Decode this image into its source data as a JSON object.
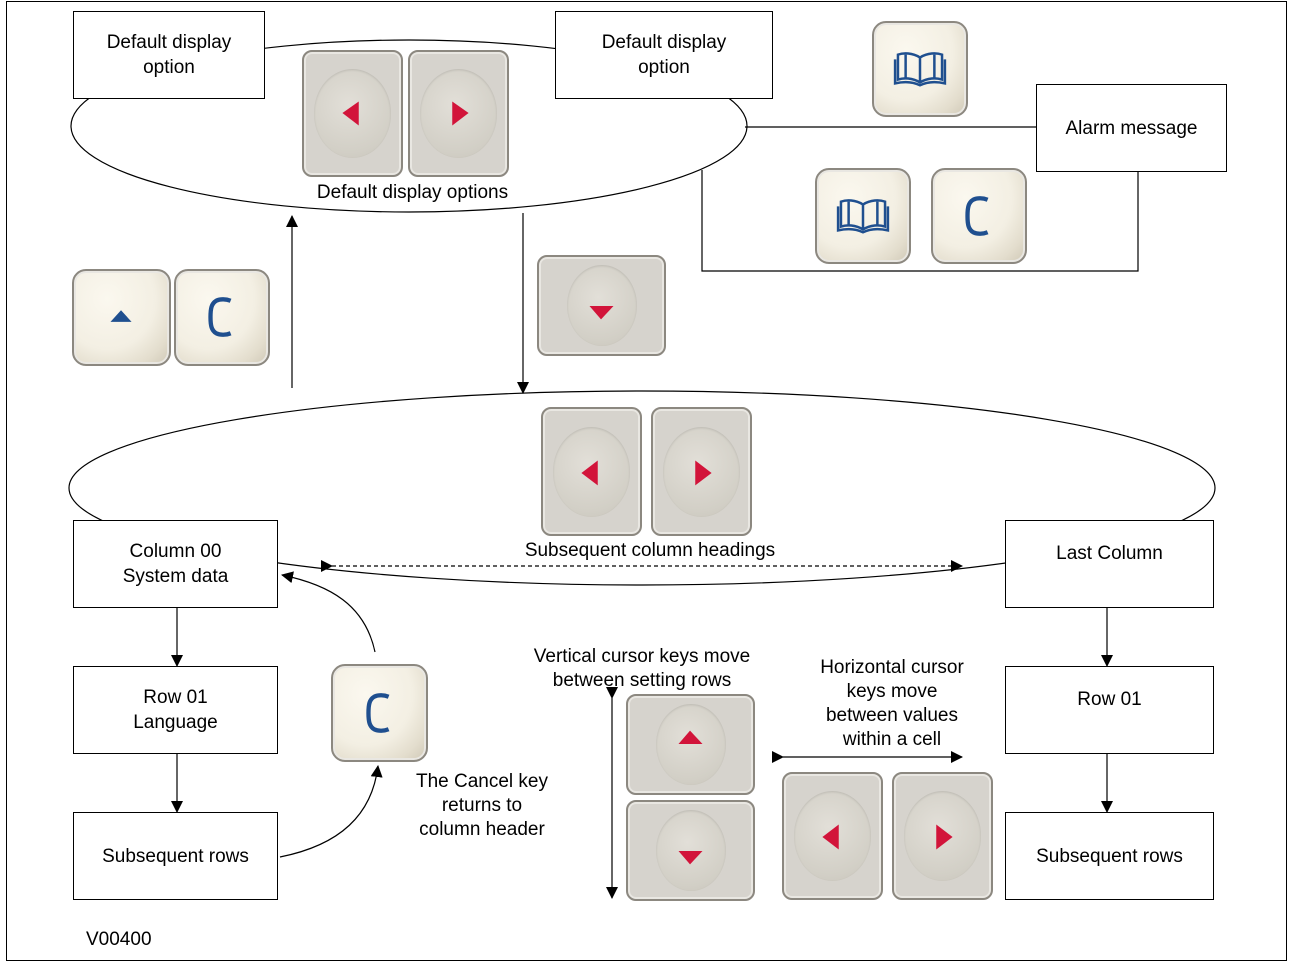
{
  "diagram_id": "V00400",
  "colors": {
    "arrow_red": "#d2143a",
    "arrow_blue": "#1f4f8f",
    "line": "#000000",
    "key_face": "#d6d3cd",
    "key_round_face": "#f3efe3"
  },
  "top_section": {
    "default_left": "Default display\noption",
    "default_right": "Default display\noption",
    "options_caption": "Default display options",
    "alarm_message": "Alarm message"
  },
  "column_section": {
    "column00": "Column 00\nSystem data",
    "subsequent_headings": "Subsequent column headings",
    "last_column": "Last Column"
  },
  "left_rows": {
    "row01": "Row 01\nLanguage",
    "subsequent": "Subsequent rows"
  },
  "right_rows": {
    "row01": "Row 01",
    "subsequent": "Subsequent rows"
  },
  "annotations": {
    "cancel_note": "The Cancel key\nreturns to\ncolumn header",
    "vertical_note": "Vertical cursor keys move\nbetween setting rows",
    "horizontal_note": "Horizontal cursor\nkeys move\nbetween values\nwithin a cell"
  },
  "icons": {
    "read": "book-icon",
    "cancel": "c-letter-icon",
    "left": "triangle-left-icon",
    "right": "triangle-right-icon",
    "up": "triangle-up-icon",
    "down": "triangle-down-icon"
  }
}
